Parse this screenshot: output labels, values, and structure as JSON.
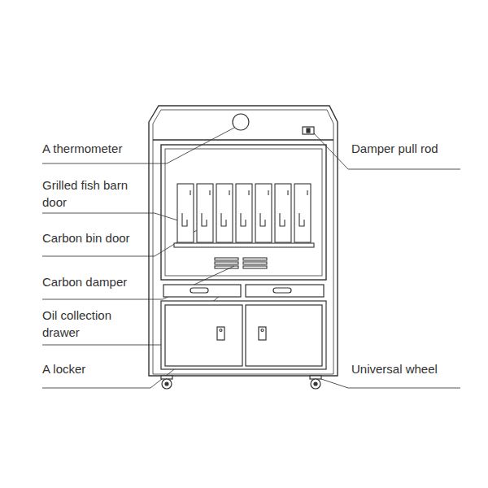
{
  "diagram": {
    "labels": [
      "A thermometer",
      "Grilled fish barn door",
      "Carbon bin door",
      "Carbon damper",
      "Oil collection drawer",
      "A locker",
      "Damper pull rod",
      "Universal wheel"
    ]
  }
}
